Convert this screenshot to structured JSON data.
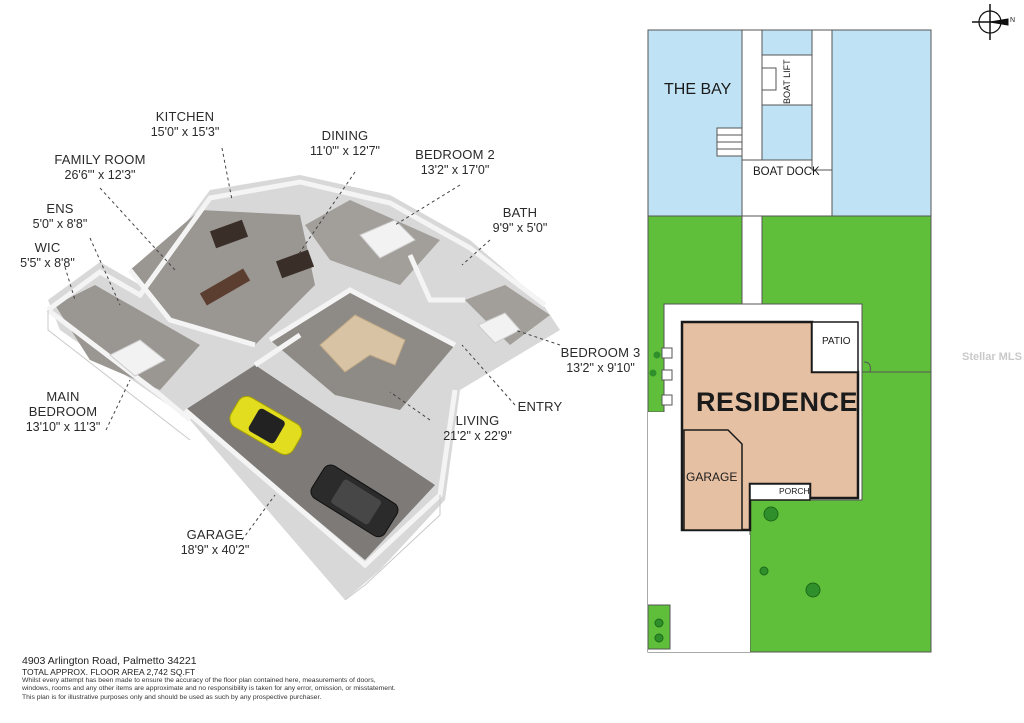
{
  "rooms": {
    "kitchen": {
      "name": "KITCHEN",
      "dims": "15'0\" x 15'3\""
    },
    "dining": {
      "name": "DINING",
      "dims": "11'0\"' x 12'7\""
    },
    "family_room": {
      "name": "FAMILY ROOM",
      "dims": "26'6\"' x 12'3\""
    },
    "bedroom2": {
      "name": "BEDROOM 2",
      "dims": "13'2\" x 17'0\""
    },
    "ens": {
      "name": "ENS",
      "dims": "5'0\" x 8'8\""
    },
    "wic": {
      "name": "WIC",
      "dims": "5'5\" x 8'8\""
    },
    "bath": {
      "name": "BATH",
      "dims": "9'9\" x 5'0\""
    },
    "bedroom3": {
      "name": "BEDROOM 3",
      "dims": "13'2\" x 9'10\""
    },
    "main_bedroom": {
      "name": "MAIN",
      "name2": "BEDROOM",
      "dims": "13'10\" x 11'3\""
    },
    "entry": {
      "name": "ENTRY"
    },
    "living": {
      "name": "LIVING",
      "dims": "21'2\" x 22'9\""
    },
    "garage": {
      "name": "GARAGE",
      "dims": "18'9\" x 40'2\""
    }
  },
  "site_plan": {
    "the_bay": "THE BAY",
    "boat_lift": "BOAT LIFT",
    "boat_dock": "BOAT DOCK",
    "patio": "PATIO",
    "residence": "RESIDENCE",
    "garage": "GARAGE",
    "porch": "PORCH",
    "compass": "N"
  },
  "colors": {
    "water": "#bfe3f5",
    "lawn": "#5fbf3a",
    "residence": "#e6c0a3",
    "tree": "#2f8f2a"
  },
  "footer": {
    "address": "4903 Arlington Road, Palmetto 34221",
    "total_area": "TOTAL APPROX. FLOOR AREA 2,742 SQ.FT",
    "disclaimer1": "Whilst every attempt has been made to ensure the accuracy of the floor plan contained here, measurements of doors,",
    "disclaimer2": "windows, rooms and any other items are approximate and no responsibility is taken for any error, omission, or misstatement.",
    "disclaimer3": "This plan is for illustrative purposes only and should be used as such by any prospective purchaser."
  },
  "watermark": "Stellar MLS"
}
